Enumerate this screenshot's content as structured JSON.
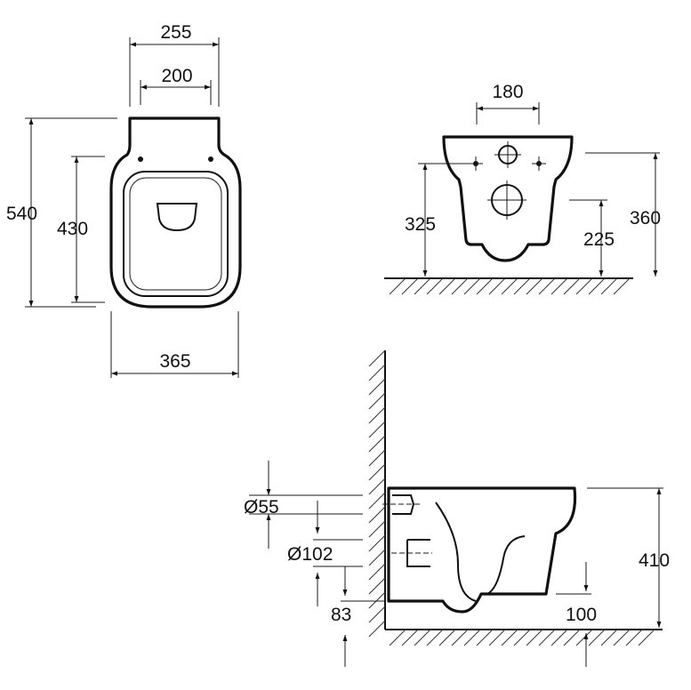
{
  "top_view": {
    "seat_width_outer": "255",
    "seat_width_inner": "200",
    "total_length": "540",
    "bowl_length": "430",
    "bowl_width": "365"
  },
  "front_view": {
    "bolt_spacing": "180",
    "inlet_height": "325",
    "outlet_height": "225",
    "total_height": "360"
  },
  "side_view": {
    "inlet_diameter": "Ø55",
    "outlet_diameter": "Ø102",
    "outlet_offset": "83",
    "bottom_clearance": "100",
    "rim_height": "410"
  }
}
